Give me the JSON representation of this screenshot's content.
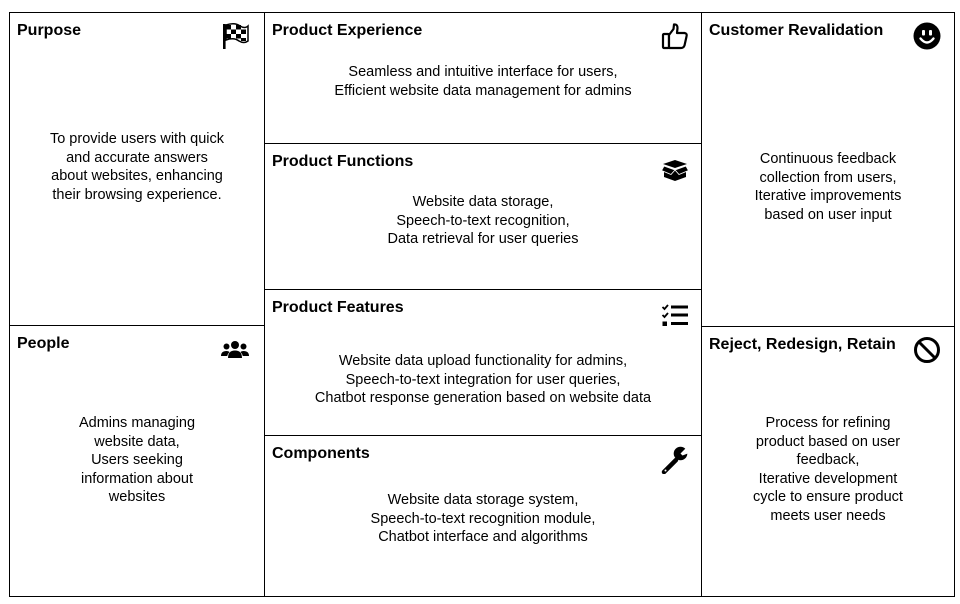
{
  "purpose": {
    "title": "Purpose",
    "lines": [
      "To provide users with quick",
      "and accurate answers",
      "about websites, enhancing",
      "their browsing experience."
    ],
    "icon": "checkered-flag-icon"
  },
  "people": {
    "title": "People",
    "lines": [
      "Admins managing",
      "website data,",
      "Users seeking",
      "information about",
      "websites"
    ],
    "icon": "users-group-icon"
  },
  "product_experience": {
    "title": "Product Experience",
    "lines": [
      "Seamless and intuitive interface for users,",
      "Efficient website data management for admins"
    ],
    "icon": "thumbs-up-icon"
  },
  "product_functions": {
    "title": "Product Functions",
    "lines": [
      "Website data storage,",
      "Speech-to-text recognition,",
      "Data retrieval for user queries"
    ],
    "icon": "open-box-icon"
  },
  "product_features": {
    "title": "Product Features",
    "lines": [
      "Website data upload functionality for admins,",
      "Speech-to-text integration for user queries,",
      "Chatbot response generation based on website data"
    ],
    "icon": "checklist-icon"
  },
  "components": {
    "title": "Components",
    "lines": [
      "Website data storage system,",
      "Speech-to-text recognition module,",
      "Chatbot interface and algorithms"
    ],
    "icon": "wrench-icon"
  },
  "customer_revalidation": {
    "title": "Customer Revalidation",
    "lines": [
      "Continuous feedback",
      "collection from users,",
      "Iterative improvements",
      "based on user input"
    ],
    "icon": "smiley-face-icon"
  },
  "reject_redesign_retain": {
    "title": "Reject, Redesign, Retain",
    "lines": [
      "Process for refining",
      "product based on user",
      "feedback,",
      "Iterative development",
      "cycle to ensure product",
      "meets user needs"
    ],
    "icon": "ban-icon"
  }
}
